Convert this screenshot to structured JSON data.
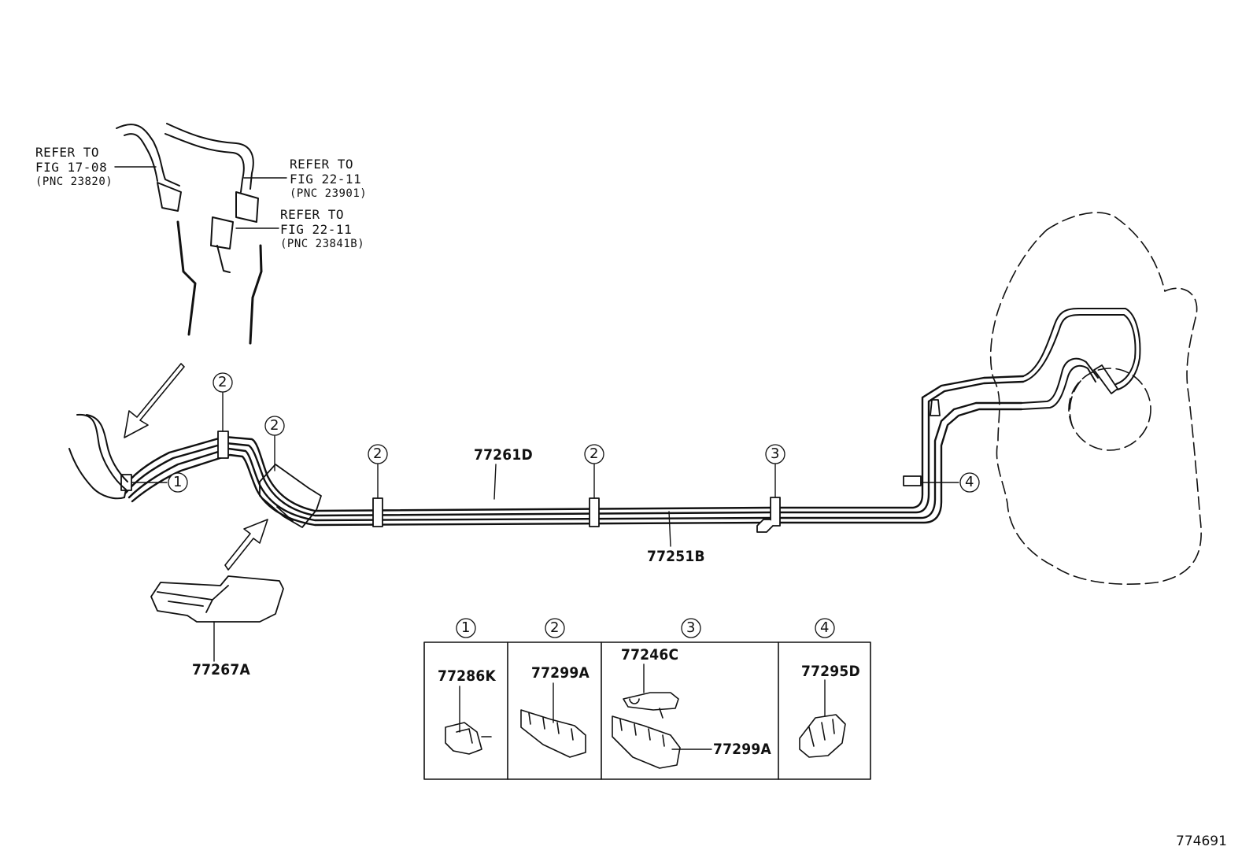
{
  "refs": [
    {
      "line1": "REFER TO",
      "line2": "FIG 17-08",
      "line3": "(PNC 23820)"
    },
    {
      "line1": "REFER TO",
      "line2": "FIG 22-11",
      "line3": "(PNC 23901)"
    },
    {
      "line1": "REFER TO",
      "line2": "FIG 22-11",
      "line3": "(PNC 23841B)"
    }
  ],
  "parts": {
    "line_upper": "77261D",
    "line_lower": "77251B",
    "bracket": "77267A"
  },
  "callouts": [
    "1",
    "2",
    "3",
    "4"
  ],
  "table": [
    {
      "num": "1",
      "part": "77286K"
    },
    {
      "num": "2",
      "part": "77299A"
    },
    {
      "num": "3",
      "part": "77246C",
      "part_extra": "77299A"
    },
    {
      "num": "4",
      "part": "77295D"
    }
  ],
  "figure_id": "774691"
}
